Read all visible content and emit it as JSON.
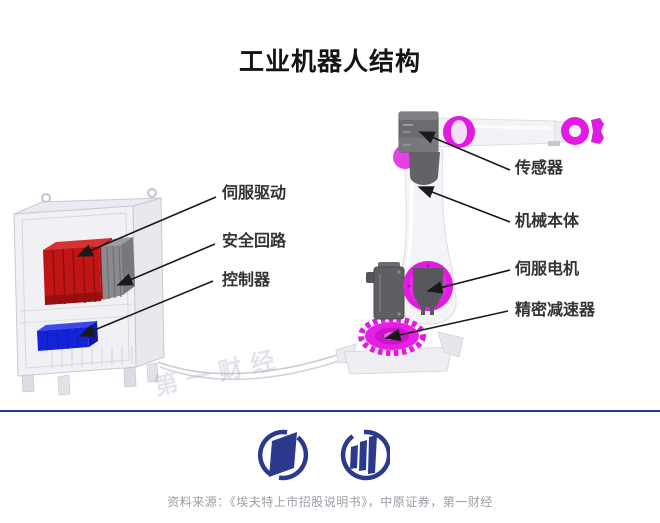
{
  "title": "工业机器人结构",
  "labels": {
    "cabinet": [
      {
        "text": "伺服驱动"
      },
      {
        "text": "安全回路"
      },
      {
        "text": "控制器"
      }
    ],
    "robot": [
      {
        "text": "传感器"
      },
      {
        "text": "机械本体"
      },
      {
        "text": "伺服电机"
      },
      {
        "text": "精密减速器"
      }
    ]
  },
  "watermark": "第一财经",
  "footer": {
    "source": "资料来源：《埃夫特上市招股说明书》，中原证券，第一财经",
    "logo_icons": [
      "circle-parallelogram-logo-icon",
      "circle-bars-logo-icon"
    ]
  },
  "colors": {
    "accent_navy": "#2B3A8C",
    "highlight_magenta": "#E21BE2",
    "servo_drive_red": "#C01515",
    "safety_circuit_gray": "#8A8A8E",
    "controller_blue": "#1523D6",
    "arrow_black": "#1A1A1A"
  }
}
